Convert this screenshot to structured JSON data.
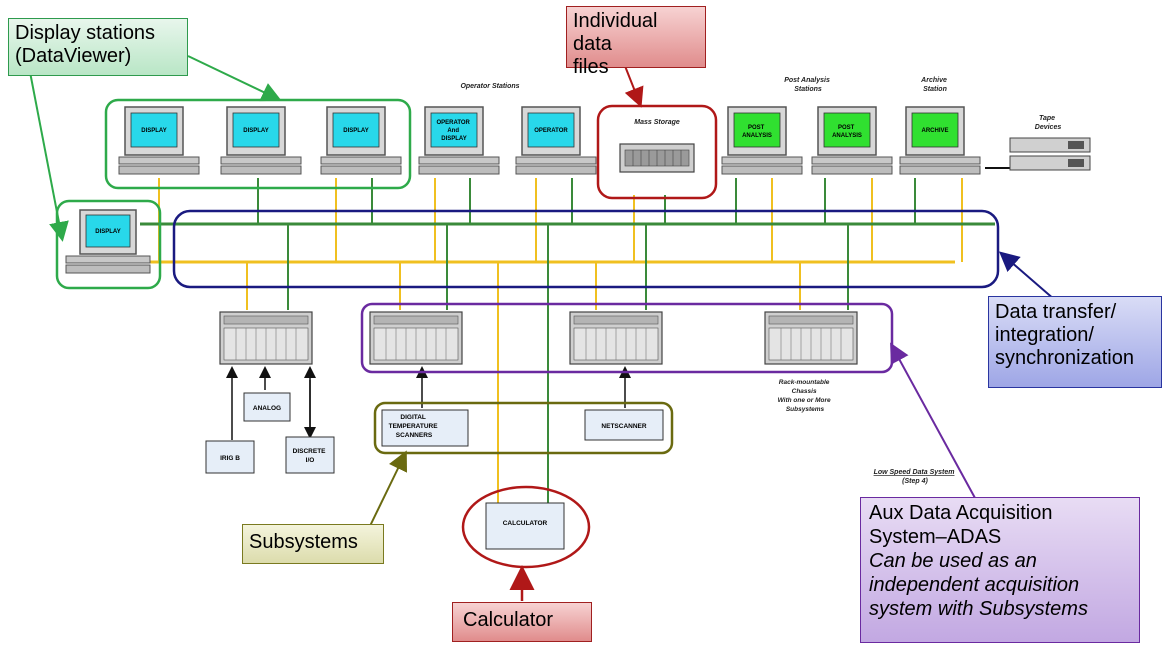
{
  "callouts": {
    "display_stations": {
      "line1": "Display stations",
      "line2": "(DataViewer)"
    },
    "individual_data_files": {
      "line1": "Individual data",
      "line2": "files"
    },
    "data_transfer": {
      "line1": "Data transfer/",
      "line2": "integration/",
      "line3": "synchronization"
    },
    "subsystems": "Subsystems",
    "calculator": "Calculator",
    "adas": {
      "line1": "Aux Data Acquisition",
      "line2": "System–ADAS",
      "line3": "Can be used as an",
      "line4": "independent acquisition",
      "line5": "system with Subsystems"
    }
  },
  "diagram": {
    "operator_stations_label": "Operator Stations",
    "post_analysis_label": {
      "line1": "Post Analysis",
      "line2": "Stations"
    },
    "archive_label": {
      "line1": "Archive",
      "line2": "Station"
    },
    "tape_label": {
      "line1": "Tape",
      "line2": "Devices"
    },
    "mass_storage_label": "Mass Storage",
    "screens": {
      "display1": "DISPLAY",
      "display2": "DISPLAY",
      "display3": "DISPLAY",
      "op_disp": {
        "line1": "OPERATOR",
        "line2": "And",
        "line3": "DISPLAY"
      },
      "operator": "OPERATOR",
      "post1": {
        "line1": "POST",
        "line2": "ANALYSIS"
      },
      "post2": {
        "line1": "POST",
        "line2": "ANALYSIS"
      },
      "archive": "ARCHIVE",
      "display_left": "DISPLAY"
    },
    "boxes": {
      "analog": "ANALOG",
      "irig": "IRIG B",
      "discrete": {
        "line1": "DISCRETE",
        "line2": "I/O"
      },
      "digital_temp": {
        "line1": "DIGITAL",
        "line2": "TEMPERATURE",
        "line3": "SCANNERS"
      },
      "netscanner": "NETSCANNER",
      "calculator": "CALCULATOR"
    },
    "rack_label": {
      "line1": "Rack-mountable",
      "line2": "Chassis",
      "line3": "With one or More",
      "line4": "Subsystems"
    },
    "low_speed": {
      "line1": "Low Speed Data System",
      "line2": "(Step 4)"
    }
  },
  "colors": {
    "green_bus": "#3a8a3a",
    "yellow_bus": "#f0c020",
    "green_outline": "#2eaa4a",
    "red_outline": "#b01818",
    "blue_outline": "#1a1a80",
    "purple_outline": "#6a2aa0",
    "olive_outline": "#6a6a10",
    "screen_cyan": "#28d8ea",
    "screen_green": "#30e030"
  }
}
